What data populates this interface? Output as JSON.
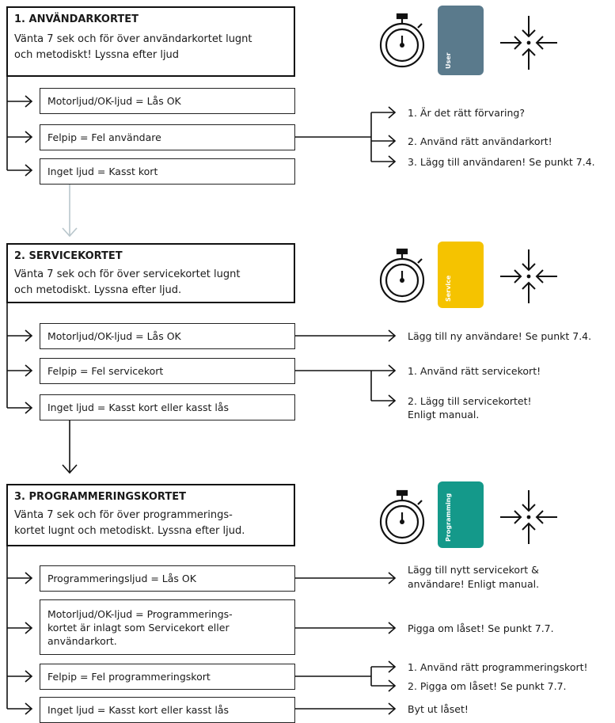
{
  "sections": [
    {
      "title": "1. ANVÄNDARKORTET",
      "desc": [
        "Vänta 7 sek och för över användarkortet lugnt",
        "och metodiskt! Lyssna efter ljud"
      ],
      "card": {
        "label": "User",
        "color": "#5a7a8c"
      },
      "items": [
        "Motorljud/OK-ljud = Lås OK",
        "Felpip = Fel användare",
        "Inget ljud = Kasst kort"
      ],
      "results": [
        "1. Är det rätt förvaring?",
        "2. Använd rätt användarkort!",
        "3. Lägg till användaren! Se punkt 7.4."
      ]
    },
    {
      "title": "2. SERVICEKORTET",
      "desc": [
        "Vänta 7 sek och för över servicekortet lugnt",
        "och metodiskt. Lyssna efter ljud."
      ],
      "card": {
        "label": "Service",
        "color": "#f5c300"
      },
      "items": [
        "Motorljud/OK-ljud = Lås OK",
        "Felpip = Fel servicekort",
        "Inget ljud = Kasst kort eller kasst lås"
      ],
      "results": [
        "Lägg till ny användare! Se punkt 7.4.",
        "1. Använd rätt servicekort!",
        "2. Lägg till servicekortet!",
        "Enligt manual."
      ]
    },
    {
      "title": "3. PROGRAMMERINGSKORTET",
      "desc": [
        "Vänta 7 sek och för över programmerings-",
        "kortet lugnt och metodiskt. Lyssna efter ljud."
      ],
      "card": {
        "label": "Programming",
        "color": "#14998a"
      },
      "items": [
        "Programmeringsljud = Lås OK",
        "Motorljud/OK-ljud = Programmerings-",
        "kortet är inlagt som Servicekort eller",
        "användarkort.",
        "Felpip = Fel programmeringskort",
        "Inget ljud = Kasst kort eller kasst lås"
      ],
      "results": [
        "Lägg till nytt servicekort &",
        "användare! Enligt manual.",
        "Pigga om låset! Se punkt 7.7.",
        "1. Använd rätt programmeringskort!",
        "2. Pigga om låset! Se punkt 7.7.",
        "Byt ut låset!"
      ]
    }
  ],
  "icons": [
    "stopwatch-icon",
    "card-tap-icon"
  ],
  "colors": {
    "line": "#111111",
    "arrow_gray": "#b9c6cc"
  }
}
